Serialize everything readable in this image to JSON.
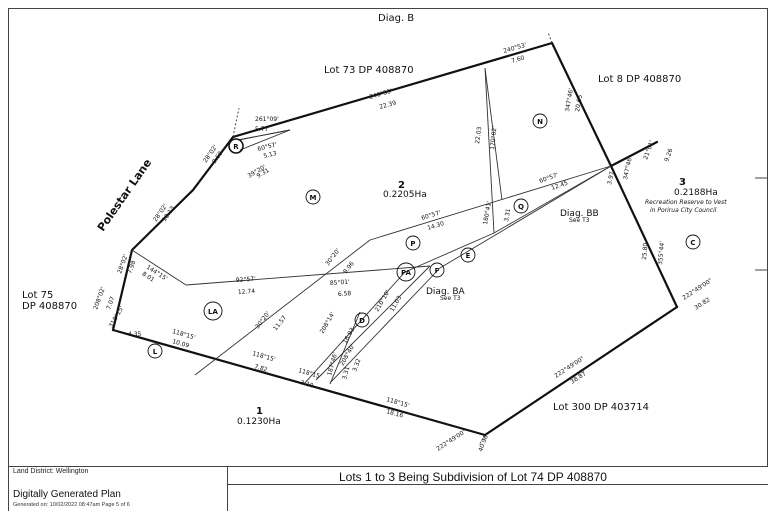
{
  "header": {
    "diagram": "Diag. B"
  },
  "street": "Polestar Lane",
  "adjoining": {
    "lot73": "Lot 73 DP 408870",
    "lot8": "Lot 8 DP 408870",
    "lot75_line1": "Lot 75",
    "lot75_line2": "DP 408870",
    "lot300": "Lot 300 DP 403714"
  },
  "lots": {
    "lot1": {
      "number": "1",
      "area": "0.1230Ha"
    },
    "lot2": {
      "number": "2",
      "area": "0.2205Ha"
    },
    "lot3": {
      "number": "3",
      "area": "0.2188Ha",
      "note1": "Recreation Reserve to Vest",
      "note2": "in Porirua City Council"
    }
  },
  "easements": [
    "R",
    "M",
    "N",
    "Q",
    "P",
    "PA",
    "F",
    "E",
    "D",
    "LA",
    "L",
    "C"
  ],
  "diagrams": {
    "bb": {
      "label": "Diag. BB",
      "sub": "See T3"
    },
    "ba": {
      "label": "Diag. BA",
      "sub": "See T3"
    }
  },
  "dims": {
    "d_240_53_top": "240°53'",
    "d_7_60": "7.60",
    "d_240_53_mid": "240°53'",
    "d_22_39": "22.39",
    "d_261_09": "261°09'",
    "d_5_77": "5.77",
    "d_60_57_r": "60°57'",
    "d_5_13": "5.13",
    "d_28_02a": "28°02'",
    "d_9_69": "9.69",
    "d_28_02b": "28°02'",
    "d_10_13": "10.13",
    "d_28_02c": "28°02'",
    "d_7_98": "7.98",
    "d_39_20": "39°20'",
    "d_9_31": "9.31",
    "d_347_46": "347°46'",
    "d_20_65": "20.65",
    "d_22_03": "22.03",
    "d_170_02": "170°02'",
    "d_60_57_q": "60°57'",
    "d_12_45": "12.45",
    "d_60_57_p": "60°57'",
    "d_14_30": "14.30",
    "d_180_41": "180°41'",
    "d_3_31": "3.31",
    "d_347_46b": "347°46'",
    "d_3_97": "3.97",
    "d_21_01": "21°01'",
    "d_9_26": "9.26",
    "d_355_44": "355°44'",
    "d_25_80": "25.80",
    "d_222_49": "222°49'00\"",
    "d_30_82": "30.82",
    "d_144_15": "144°15'",
    "d_8_01": "8.01",
    "d_92_57": "92°57'",
    "d_12_74": "12.74",
    "d_85_01": "85°01'",
    "d_6_58": "6.58",
    "d_30_20": "30°20'",
    "d_9_96": "9.96",
    "d_30_20b": "30°20'",
    "d_11_57": "11.57",
    "d_208_14": "208°14'",
    "d_16_93": "16.93",
    "d_210_10": "210°10'",
    "d_11_03": "11.03",
    "d_208_40": "208°40'",
    "d_3_32": "3.32",
    "d_187_46": "187°46'",
    "d_3_31b": "3.31",
    "d_208_02": "208°02'",
    "d_7_07": "7.07",
    "d_318_15": "318°15'",
    "d_4_35": "4.35",
    "d_118_15a": "118°15'",
    "d_10_09": "10.09",
    "d_118_15b": "118°15'",
    "d_7_82": "7.82",
    "d_118_15c": "118°15'",
    "d_3_10": "3.10",
    "d_118_15d": "118°15'",
    "d_18_16": "18.16",
    "d_222_49b": "222°49'00\"",
    "d_38_87": "38.87",
    "d_222_49c": "222°49'00\"",
    "d_40_96": "40.96"
  },
  "title_block": {
    "land_district": "Land District: Wellington",
    "plan_type": "Digitally Generated Plan",
    "generated": "Generated on: 10/02/2022 08:47am Page 5 of 6",
    "title": "Lots 1 to 3 Being Subdivision of Lot 74 DP 408870"
  }
}
